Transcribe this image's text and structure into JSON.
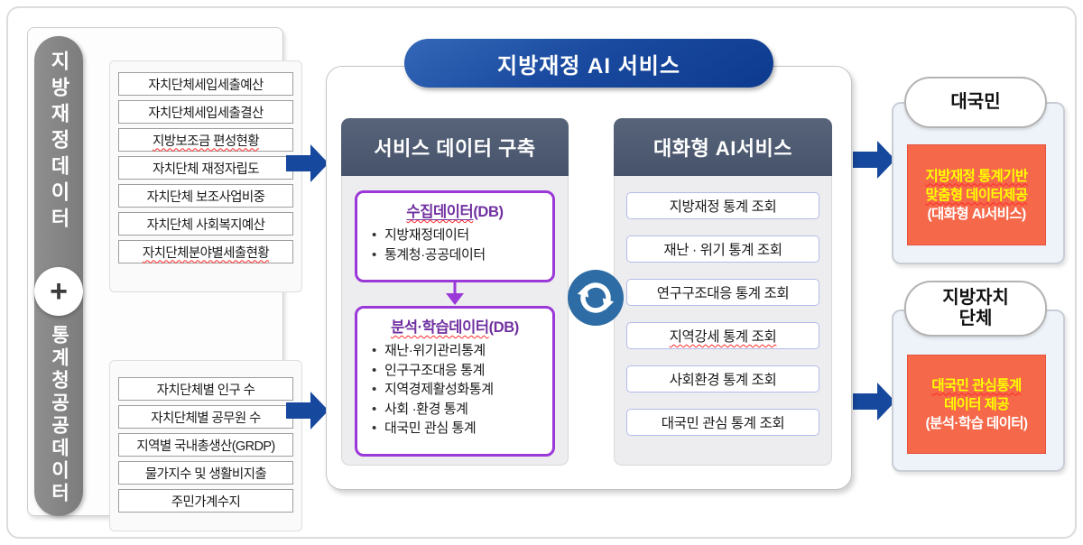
{
  "title": "지방재정 AI 서비스",
  "left": {
    "top_label": "지방재정데이터",
    "plus": "+",
    "bottom_label": "통계청공공데이터",
    "top_items": [
      {
        "label": "자치단체세입세출예산"
      },
      {
        "label": "자치단체세입세출결산"
      },
      {
        "label": "지방보조금 편성현황",
        "wavy": true
      },
      {
        "label": "자치단체 재정자립도"
      },
      {
        "label": "자치단체 보조사업비중"
      },
      {
        "label": "자치단체 사회복지예산"
      },
      {
        "label": "자치단체분야별세출현황",
        "wavy": true
      }
    ],
    "bottom_items": [
      {
        "label": "자치단체별 인구 수"
      },
      {
        "label": "자치단체별 공무원 수"
      },
      {
        "label": "지역별 국내총생산(GRDP)"
      },
      {
        "label": "물가지수 및 생활비지출"
      },
      {
        "label": "주민가계수지"
      }
    ]
  },
  "build": {
    "header": "서비스 데이터 구축",
    "collect": {
      "title_main": "수집데이터",
      "title_suffix": "(DB)",
      "items": [
        "지방재정데이터",
        "통계청·공공데이터"
      ]
    },
    "analysis": {
      "title_main": "분석·학습데이터",
      "title_suffix": "(DB)",
      "items": [
        "재난·위기관리통계",
        "인구구조대응 통계",
        "지역경제활성화통계",
        "사회 ·환경 통계",
        "대국민 관심 통계"
      ]
    }
  },
  "ai": {
    "header": "대화형 AI서비스",
    "items": [
      {
        "label": "지방재정 통계 조회"
      },
      {
        "label": "재난 · 위기 통계 조회"
      },
      {
        "label": "연구구조대응 통계 조회"
      },
      {
        "label": "지역강세 통계 조회",
        "wavy": true
      },
      {
        "label": "사회환경 통계 조회"
      },
      {
        "label": "대국민 관심 통계 조회"
      }
    ]
  },
  "outputs": {
    "top": {
      "pill": "대국민",
      "line1": "지방재정 통계기반",
      "line2": "맞춤형 데이터제공",
      "line3": "(대화형 AI서비스)"
    },
    "bottom": {
      "pill_line1": "지방자치",
      "pill_line2": "단체",
      "line1": "대국민 관심통계",
      "line2": "데이터 제공",
      "line3": "(분석·학습 데이터)"
    }
  },
  "colors": {
    "primary_blue": "#16489e",
    "pill_blue": "#0d3a8e",
    "header_slate": "#4d5a6d",
    "purple_border": "#9a38d8",
    "purple_text": "#7030a0",
    "orange_box": "#f5684a",
    "yellow_text": "#ffff00",
    "lavender_border": "#b3bce9",
    "sync_blue": "#2d6ca5",
    "gray_bar": "#838383"
  }
}
